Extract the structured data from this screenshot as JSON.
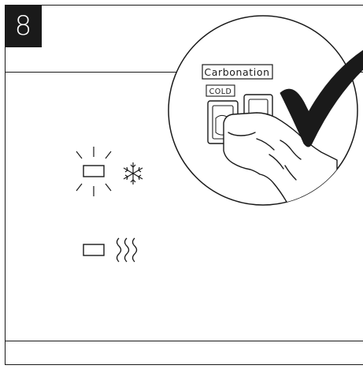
{
  "step": {
    "number": "8"
  },
  "switch_panel": {
    "label": "Carbonation",
    "sub_label": "COLD"
  },
  "indicators": {
    "cold": {
      "icon": "snowflake-icon",
      "state": "blinking"
    },
    "hot": {
      "icon": "heat-waves-icon",
      "state": "off"
    }
  },
  "confirmation": {
    "icon": "checkmark-icon"
  },
  "colors": {
    "ink": "#1a1a1a",
    "background": "#ffffff"
  }
}
